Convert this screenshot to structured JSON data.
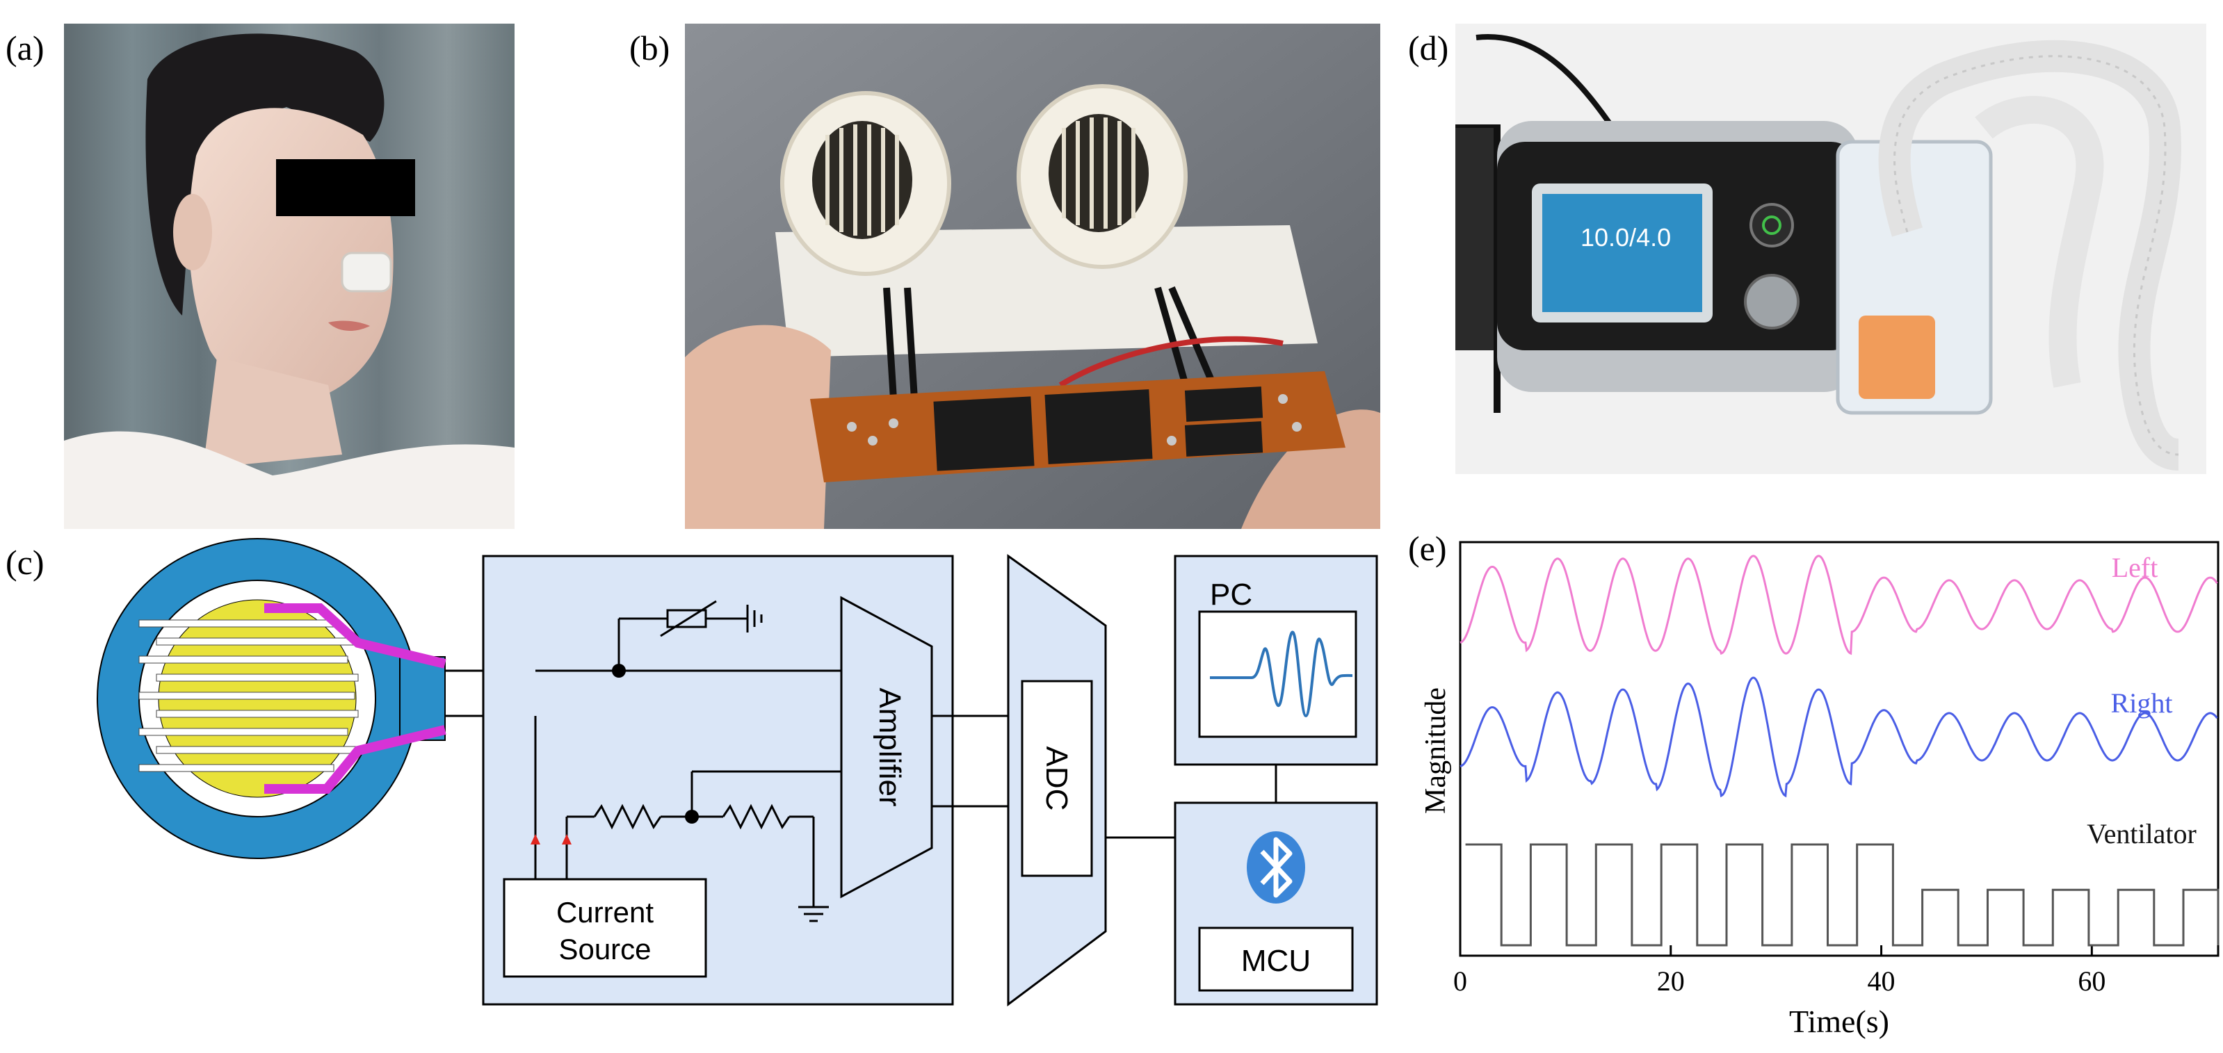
{
  "panels": {
    "a": {
      "label": "(a)"
    },
    "b": {
      "label": "(b)"
    },
    "c": {
      "label": "(c)"
    },
    "d": {
      "label": "(d)",
      "device_screen_text": "10.0/4.0"
    },
    "e": {
      "label": "(e)"
    }
  },
  "circuit": {
    "amplifier_label": "Amplifier",
    "adc_label": "ADC",
    "pc_label": "PC",
    "mcu_label": "MCU",
    "current_source_line1": "Current",
    "current_source_line2": "Source",
    "bluetooth_icon": "bluetooth-icon"
  },
  "colors": {
    "sensor_ring": "#2a8fc9",
    "electrode": "#e8e23a",
    "lead": "#d633d6",
    "block_fill": "#dae6f7",
    "left_trace": "#f07cd0",
    "right_trace": "#4a5ee6",
    "ventilator_trace": "#555555"
  },
  "chart_data": {
    "type": "line",
    "xlabel": "Time(s)",
    "ylabel": "Magnitude",
    "xlim": [
      0,
      72
    ],
    "xticks": [
      "0",
      "20",
      "40",
      "60"
    ],
    "yticks": [],
    "series": [
      {
        "name": "Left",
        "period_s": 6.2,
        "note_amplitude_rel": [
          0.7,
          0.85,
          0.85,
          0.85,
          0.9,
          0.9,
          0.5,
          0.45,
          0.45,
          0.45,
          0.5,
          0.5
        ]
      },
      {
        "name": "Right",
        "period_s": 6.2,
        "note_amplitude_rel": [
          0.5,
          0.75,
          0.8,
          0.9,
          1.0,
          0.8,
          0.45,
          0.4,
          0.4,
          0.4,
          0.4,
          0.4
        ]
      },
      {
        "name": "Ventilator",
        "period_s": 6.2,
        "square_high_until_s": 38,
        "square_amp_before": 1.0,
        "square_amp_after": 0.55
      }
    ]
  }
}
